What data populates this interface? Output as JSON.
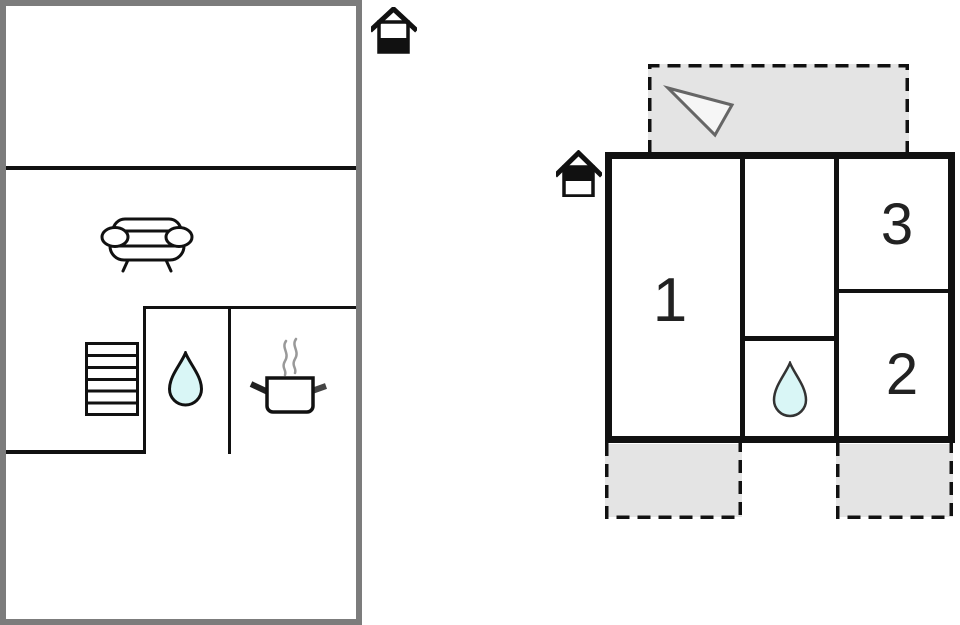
{
  "plan": {
    "kind": "holiday-home floor plan, two buildings",
    "left_plan": {
      "name": "annex-floorplan",
      "rooms": 3,
      "icons": {
        "entrance": "house-entrance-icon",
        "sofa": "sofa-icon",
        "stairs": "stairs-icon",
        "water": "water-drop-icon",
        "stove": "cooking-pot-icon"
      }
    },
    "right_plan": {
      "name": "main-floorplan",
      "rooms": [
        {
          "label": "1"
        },
        {
          "label": "2"
        },
        {
          "label": "3"
        }
      ],
      "terraces": 3,
      "icons": {
        "entrance": "house-entrance-icon",
        "compass": "north-arrow-icon",
        "water": "water-drop-icon"
      }
    }
  },
  "colors": {
    "wall_black": "#111111",
    "frame_gray": "#7c7c7c",
    "terrace_fill": "#e4e4e4",
    "water_fill": "#d9f6f6",
    "steam_gray": "#999999",
    "arrow_stroke": "#666666",
    "arrow_fill": "#f6f6f6",
    "label_color": "#222222"
  }
}
